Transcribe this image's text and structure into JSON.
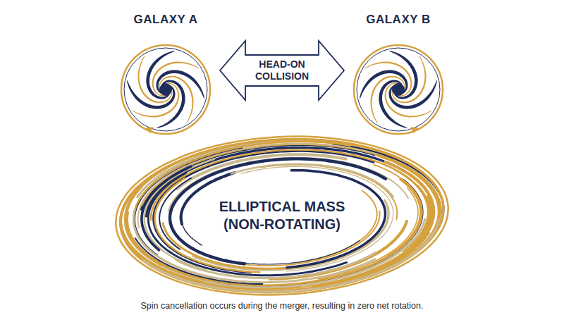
{
  "diagram": {
    "caption": "Spin cancellation occurs during the merger, resulting in zero net rotation.",
    "nodes": [
      {
        "text": [
          "GALAXY A"
        ]
      },
      {
        "text": [
          "GALAXY B"
        ]
      },
      {
        "text": [
          "ELLIPTICAL MASS (NON-ROTATING)"
        ]
      }
    ],
    "edges": [
      {
        "from": 0,
        "to": 1,
        "label": "HEAD-ON COLLISION",
        "arrow": "both"
      }
    ]
  }
}
